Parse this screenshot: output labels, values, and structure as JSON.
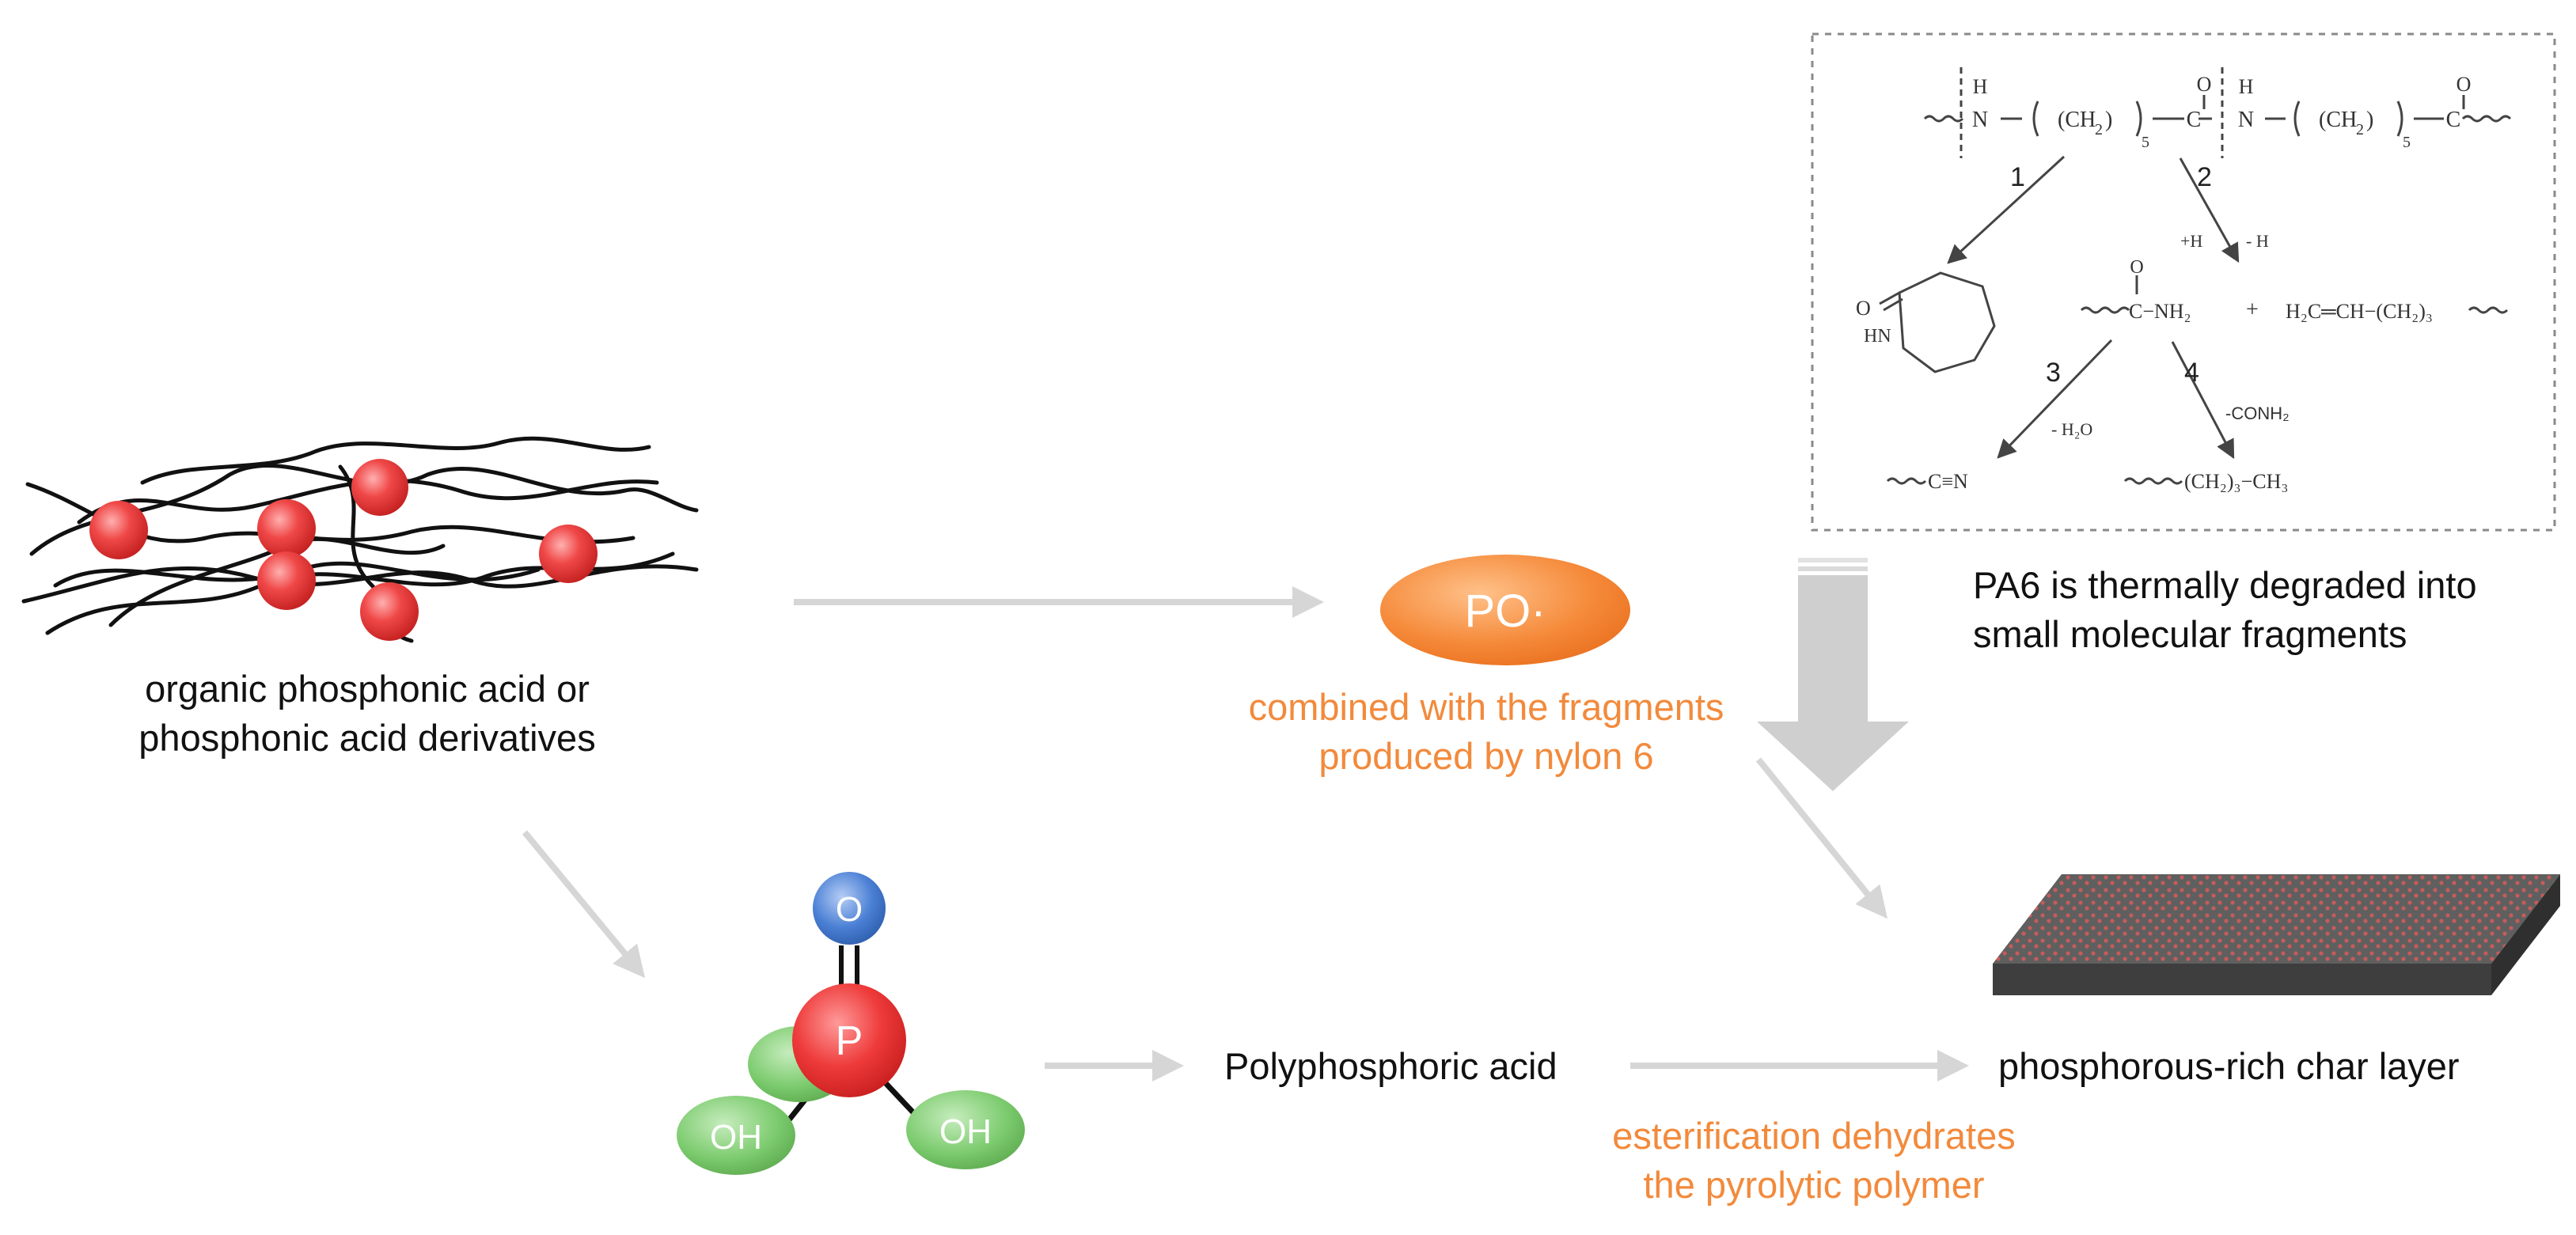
{
  "labels": {
    "polymer": [
      "organic phosphonic acid or",
      "phosphonic acid derivatives"
    ],
    "radical": "PO·",
    "radical_caption": [
      "combined with the fragments",
      "produced by nylon 6"
    ],
    "pa6_caption": [
      "PA6 is thermally degraded into",
      "small molecular fragments"
    ],
    "poly_acid": "Polyphosphoric acid",
    "char": "phosphorous-rich char layer",
    "ester_caption": [
      "esterification dehydrates",
      "the pyrolytic polymer"
    ]
  },
  "molecule": {
    "center": "P",
    "top": "O",
    "left": "OH",
    "right": "OH"
  },
  "scheme": {
    "chain": {
      "h1": "H",
      "n1": "N",
      "ch2_a": "(CH",
      "sub2": "2",
      "sub5": "5",
      "c1": "C",
      "o1": "O",
      "h2": "H",
      "n2": "N",
      "ch2_b": "(CH",
      "c2": "C",
      "o2": "O"
    },
    "steps": {
      "s1": "1",
      "s2": "2",
      "s3": "3",
      "s4": "4"
    },
    "conditions": {
      "plus_h": "+H",
      "minus_h": "- H",
      "minus_h2o": "- H₂O",
      "minus_conh2": "-CONH₂"
    },
    "caprolactam": {
      "o": "O",
      "hn": "HN"
    },
    "amide": "C−NH₂",
    "amide_o": "O",
    "plus": "+",
    "alkene": "H₂C═CH−(CH₂)₃",
    "nitrile": "C≡N",
    "alkane": "(CH₂)₃−CH₃"
  },
  "colors": {
    "accent_orange": "#F28A3C",
    "arrow_gray": "#D6D6D6",
    "p_red": "#EE3A3A",
    "o_blue": "#4A7FD4",
    "oh_green": "#7CCB6E",
    "char_red": "#C55A5A"
  }
}
